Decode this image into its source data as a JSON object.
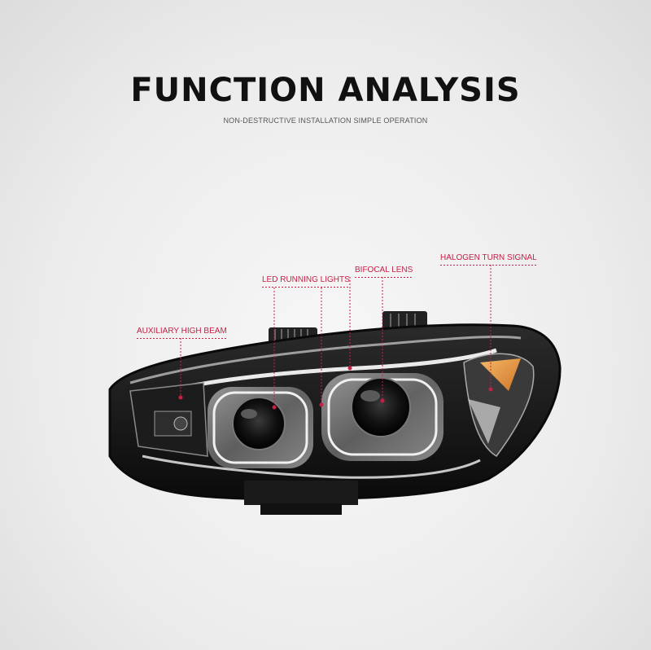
{
  "header": {
    "title": "FUNCTION ANALYSIS",
    "subtitle": "NON-DESTRUCTIVE INSTALLATION SIMPLE OPERATION"
  },
  "callouts": {
    "auxiliary_high_beam": "AUXILIARY HIGH BEAM",
    "led_running_lights": "LED RUNNING LIGHTS",
    "bifocal_lens": "BIFOCAL LENS",
    "halogen_turn_signal": "HALOGEN TURN SIGNAL"
  },
  "colors": {
    "callout": "#c62046",
    "title": "#111111",
    "turn_signal_amber": "#e08a2a"
  }
}
